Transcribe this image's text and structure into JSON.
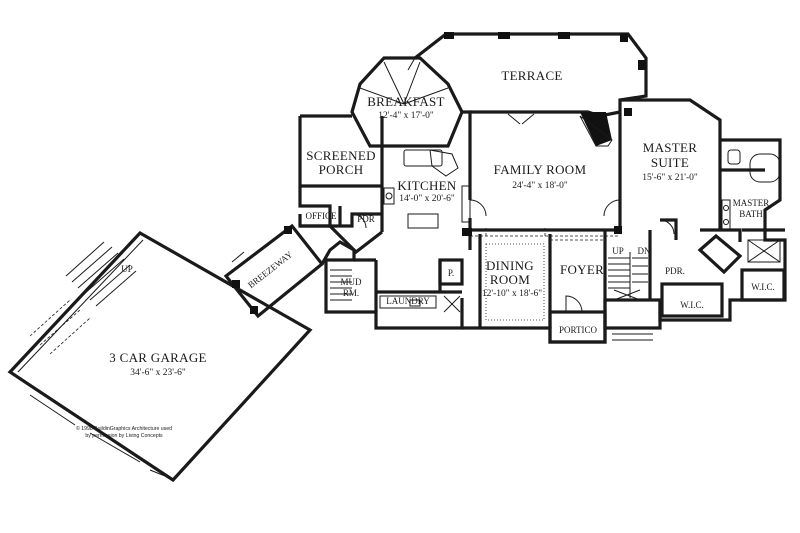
{
  "plan": {
    "rooms": {
      "terrace": {
        "name": "TERRACE"
      },
      "breakfast": {
        "name": "BREAKFAST",
        "size": "12'-4\" x 17'-0\""
      },
      "screened_porch": {
        "name_line1": "SCREENED",
        "name_line2": "PORCH"
      },
      "kitchen": {
        "name": "KITCHEN",
        "size": "14'-0\" x 20'-6\""
      },
      "family_room": {
        "name": "FAMILY ROOM",
        "size": "24'-4\" x 18'-0\""
      },
      "master_suite": {
        "name_line1": "MASTER",
        "name_line2": "SUITE",
        "size": "15'-6\" x 21'-0\""
      },
      "master_bath": {
        "name_line1": "MASTER",
        "name_line2": "BATH"
      },
      "office": {
        "name": "OFFICE"
      },
      "pdr_left": {
        "name": "PDR"
      },
      "pdr_right": {
        "name": "PDR."
      },
      "breezeway": {
        "name": "BREEZEWAY"
      },
      "mud_rm": {
        "name_line1": "MUD",
        "name_line2": "RM."
      },
      "laundry": {
        "name": "LAUNDRY"
      },
      "pantry": {
        "name": "P."
      },
      "dining_room": {
        "name_line1": "DINING",
        "name_line2": "ROOM",
        "size": "12'-10\" x 18'-6\""
      },
      "foyer": {
        "name": "FOYER"
      },
      "portico": {
        "name": "PORTICO"
      },
      "wic_left": {
        "name": "W.I.C."
      },
      "wic_right": {
        "name": "W.I.C."
      },
      "garage": {
        "name": "3 CAR GARAGE",
        "size": "34'-6\" x 23'-6\""
      }
    },
    "stair_labels": {
      "up_garage": "UP",
      "up_foyer": "UP",
      "dn_foyer": "DN"
    },
    "copyright_line1": "© 1998 BuildinGraphics Architecture used",
    "copyright_line2": "by permission by Living Concepts"
  }
}
